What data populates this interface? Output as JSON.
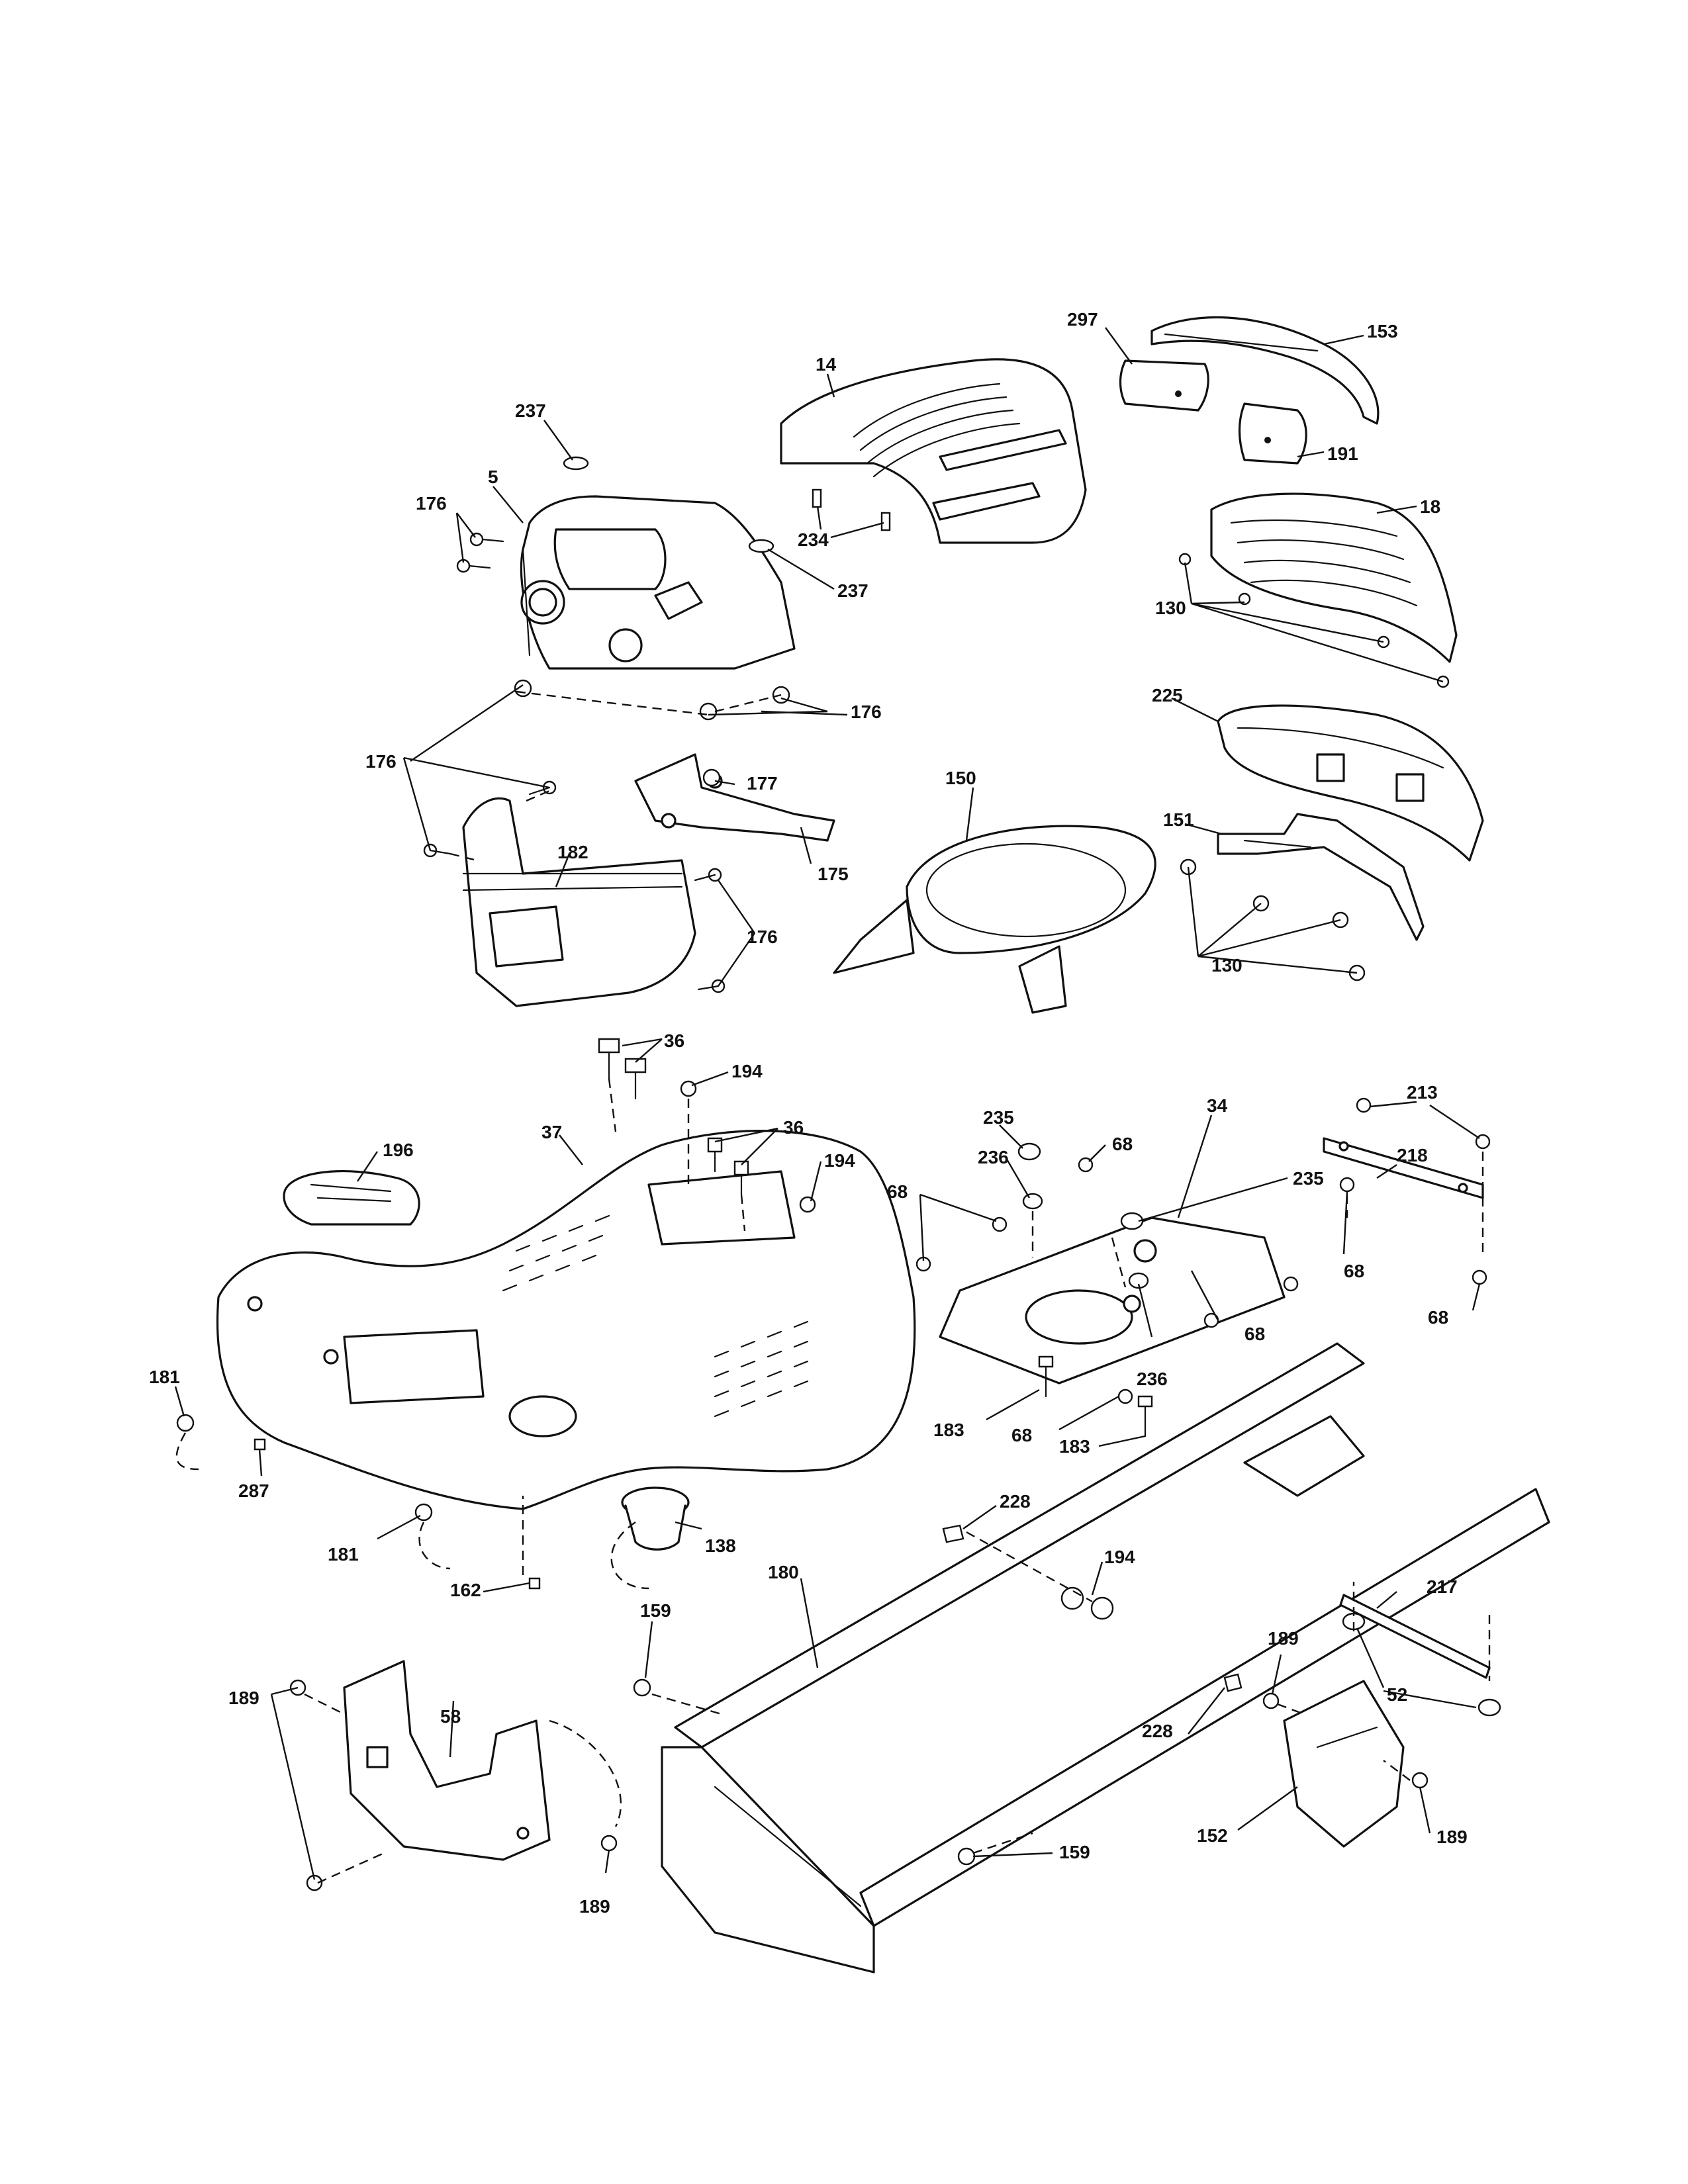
{
  "diagram": {
    "callouts": {
      "c297": "297",
      "c153": "153",
      "c14": "14",
      "c237a": "237",
      "c237b": "237",
      "c5": "5",
      "c176a": "176",
      "c234": "234",
      "c191": "191",
      "c18": "18",
      "c130a": "130",
      "c176b": "176",
      "c225": "225",
      "c176c": "176",
      "c177": "177",
      "c150": "150",
      "c151": "151",
      "c182": "182",
      "c175": "175",
      "c176d": "176",
      "c130b": "130",
      "c36a": "36",
      "c194a": "194",
      "c36b": "36",
      "c37": "37",
      "c194b": "194",
      "c196": "196",
      "c235a": "235",
      "c68a": "68",
      "c34": "34",
      "c236a": "236",
      "c68b": "68",
      "c235b": "235",
      "c213": "213",
      "c218": "218",
      "c68c": "68",
      "c68d": "68",
      "c181a": "181",
      "c68e": "68",
      "c236b": "236",
      "c183a": "183",
      "c68f": "68",
      "c183b": "183",
      "c287": "287",
      "c228a": "228",
      "c181b": "181",
      "c138": "138",
      "c162": "162",
      "c194c": "194",
      "c180": "180",
      "c159a": "159",
      "c217": "217",
      "c189a": "189",
      "c52": "52",
      "c228b": "228",
      "c58": "58",
      "c189b": "189",
      "c159b": "159",
      "c152": "152",
      "c189c": "189",
      "c189d": "189"
    }
  }
}
